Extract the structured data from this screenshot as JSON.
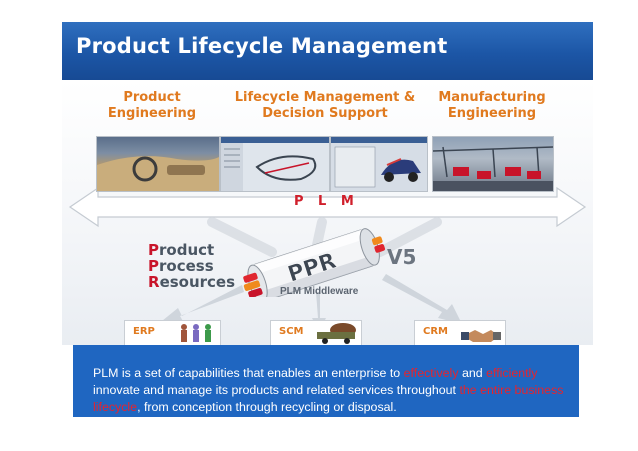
{
  "title": "Product Lifecycle Management",
  "categories": [
    {
      "line1": "Product",
      "line2": "Engineering"
    },
    {
      "line1": "Lifecycle Management &",
      "line2": "Decision Support"
    },
    {
      "line1": "Manufacturing",
      "line2": "Engineering"
    }
  ],
  "plm_label": "P L M",
  "ppr": {
    "product": {
      "first": "P",
      "rest": "roduct"
    },
    "process": {
      "first": "P",
      "rest": "rocess"
    },
    "resources": {
      "first": "R",
      "rest": "esources"
    },
    "badge": "PPR",
    "version": "V5",
    "middleware": "PLM Middleware"
  },
  "systems": [
    "ERP",
    "SCM",
    "CRM"
  ],
  "description": {
    "t1": "PLM is a set of capabilities that enables an enterprise to ",
    "r1": "effectively",
    "t2": " and ",
    "r2": "efficiently",
    "t3": " innovate and manage its products and related services throughout ",
    "r3": "the entire business lifecycle",
    "t4": ", from conception through recycling or disposal."
  },
  "colors": {
    "title_bar": "#1c56a6",
    "info_box": "#1f66c1",
    "category_text": "#e07a1f",
    "accent_red": "#e5242e"
  }
}
